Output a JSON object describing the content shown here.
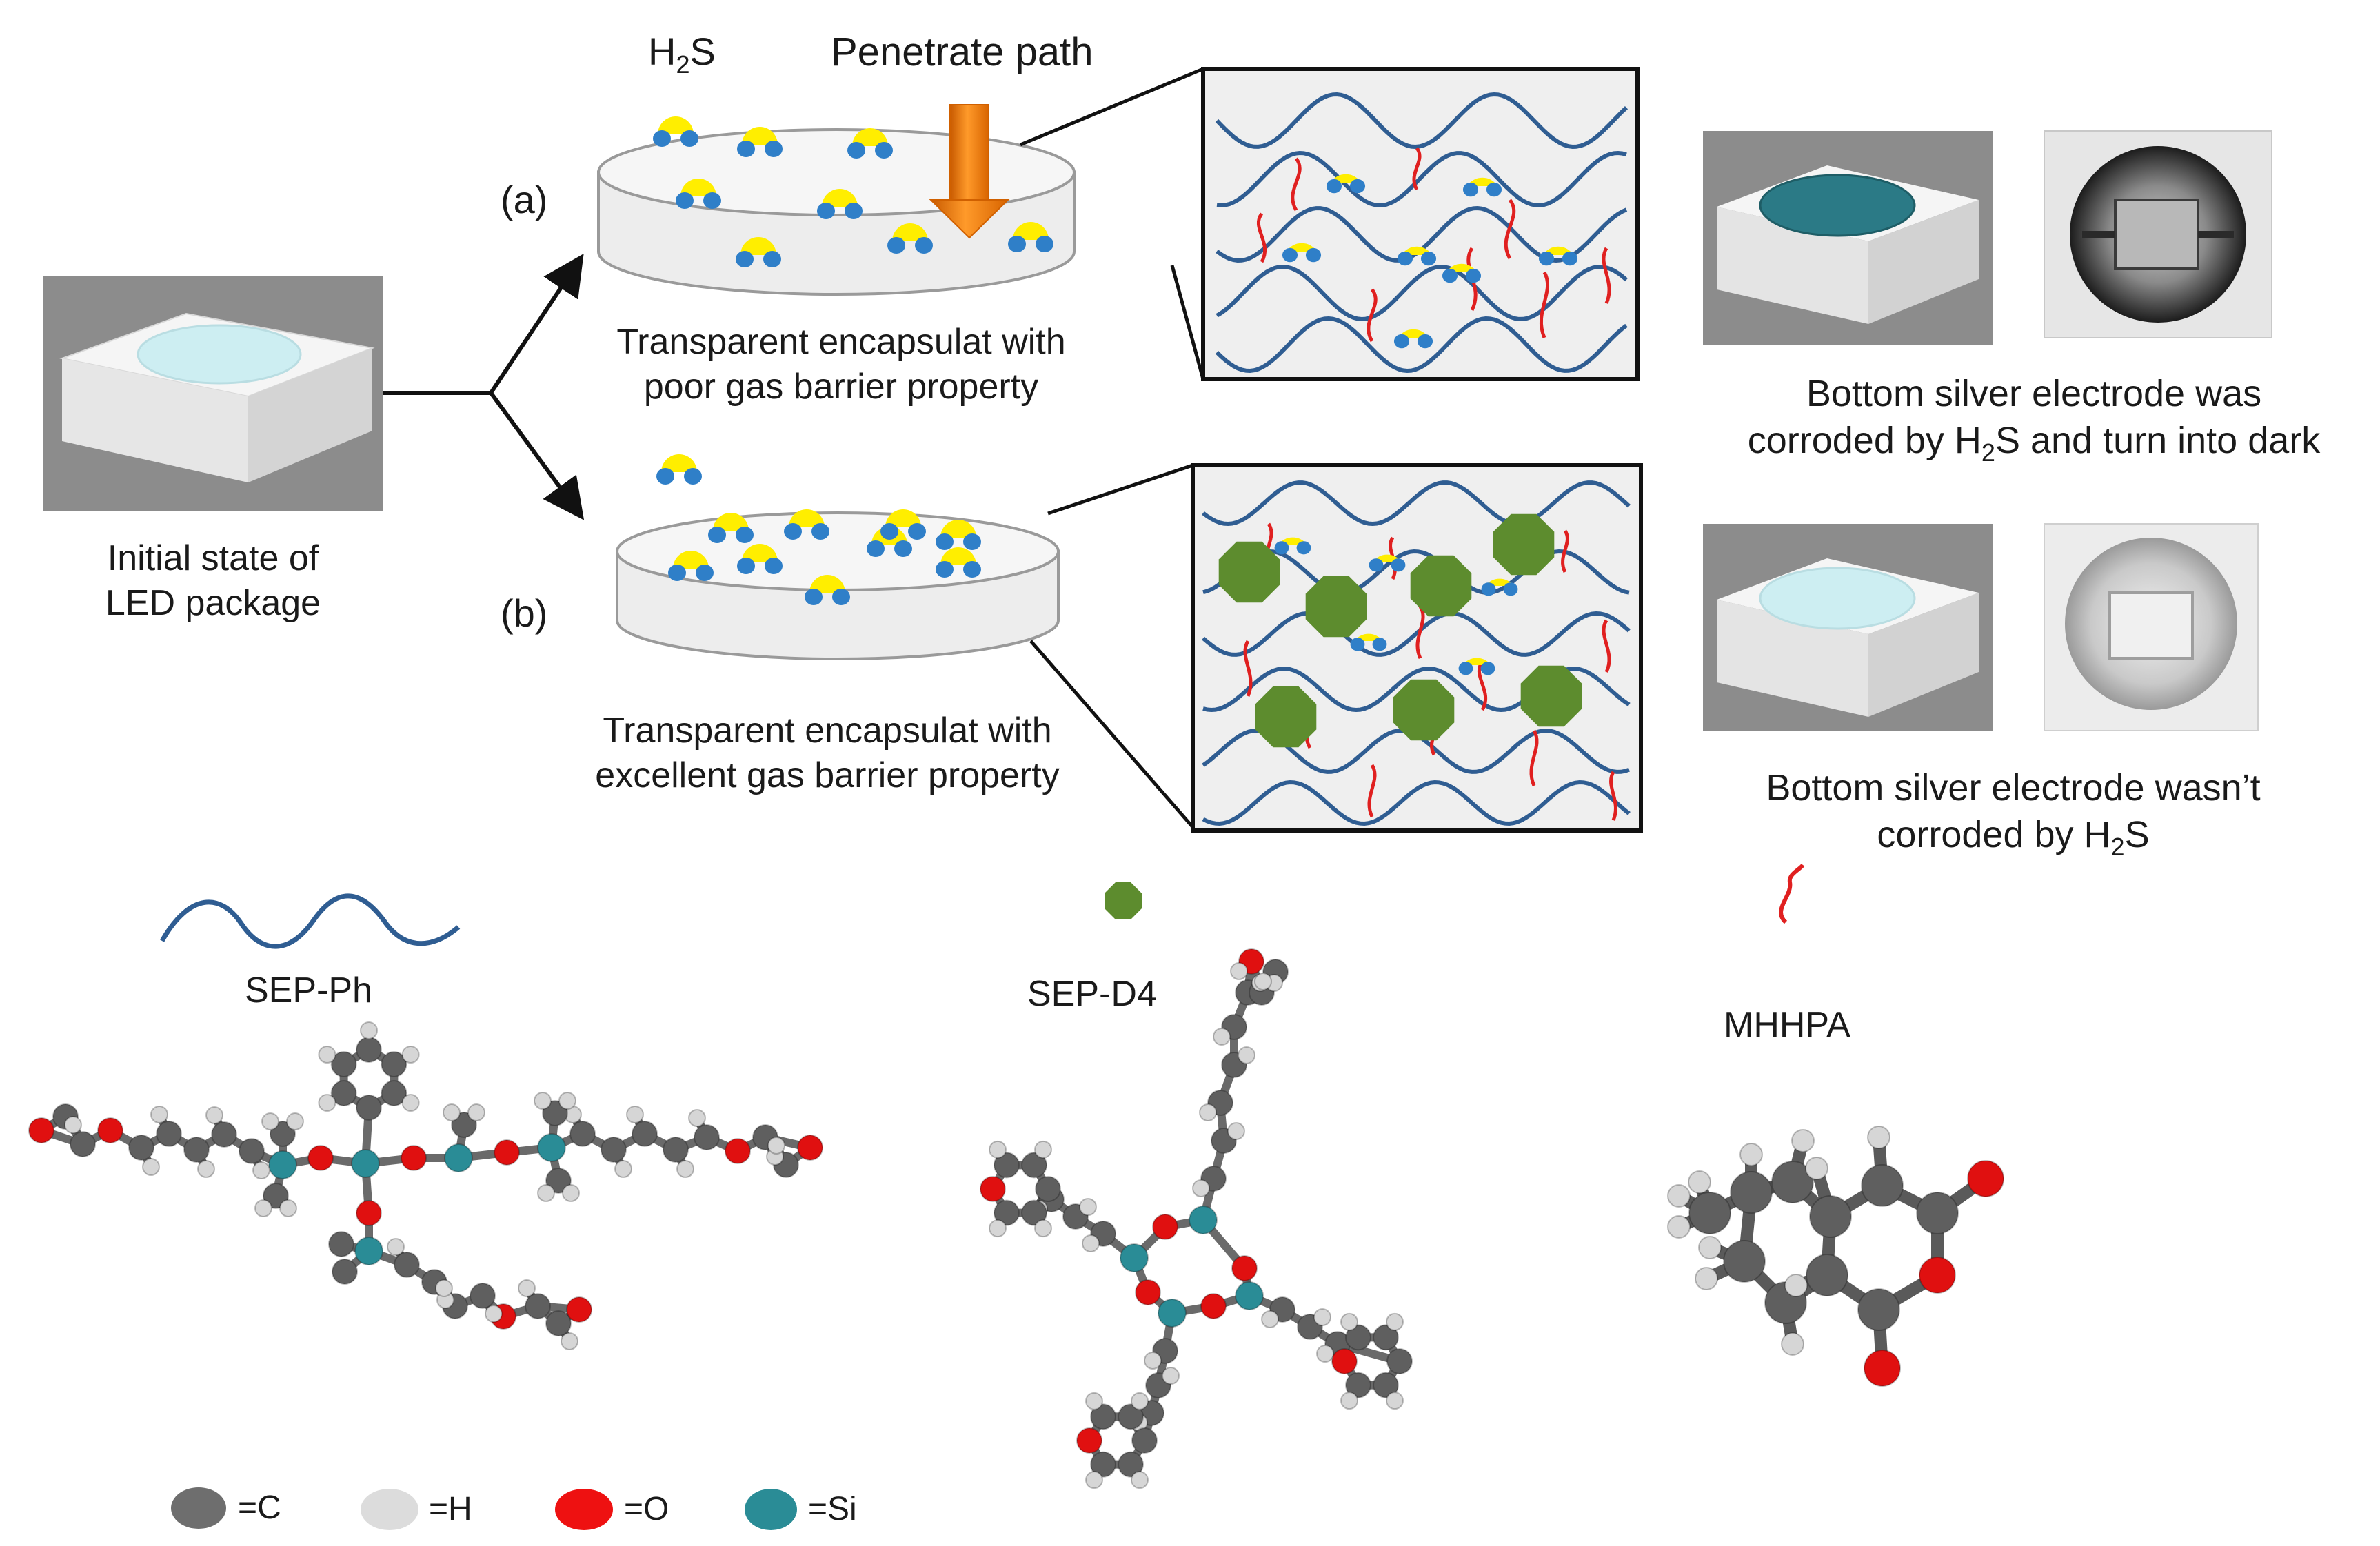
{
  "title": "",
  "labels": {
    "h2s_prefix": "H",
    "h2s_sub": "2",
    "h2s_suffix": "S",
    "penetrate_path": "Penetrate path",
    "branch_a": "(a)",
    "branch_b": "(b)",
    "initial_line1": "Initial state of",
    "initial_line2": "LED package",
    "caption_a_line1": "Transparent encapsulat with",
    "caption_a_line2": "poor gas barrier property",
    "caption_b_line1": "Transparent encapsulat with",
    "caption_b_line2": "excellent gas barrier property",
    "result_a_line1": "Bottom silver electrode was",
    "result_a_line2_prefix": "corroded by H",
    "result_a_line2_sub": "2",
    "result_a_line2_suffix": "S  and turn into dark",
    "result_b_line1": "Bottom silver electrode wasn’t",
    "result_b_line2_prefix": "corroded by H",
    "result_b_line2_sub": "2",
    "result_b_line2_suffix": "S"
  },
  "legend_components": {
    "sep_ph": "SEP-Ph",
    "sep_d4": "SEP-D4",
    "mhhpa": "MHHPA"
  },
  "atom_legend": [
    {
      "symbol": "=C",
      "color": "#6e6e6e"
    },
    {
      "symbol": "=H",
      "color": "#dcdcdc"
    },
    {
      "symbol": "=O",
      "color": "#ee1111"
    },
    {
      "symbol": "=Si",
      "color": "#2a8c96"
    }
  ],
  "colors": {
    "polymer_chain": "#2f5d92",
    "crosslinker": "#e02020",
    "filler": "#5d8c2e",
    "h2s_sulfur": "#ffee00",
    "h2s_hydrogen": "#2f7fc8",
    "arrow_orange": "#f07a10"
  }
}
